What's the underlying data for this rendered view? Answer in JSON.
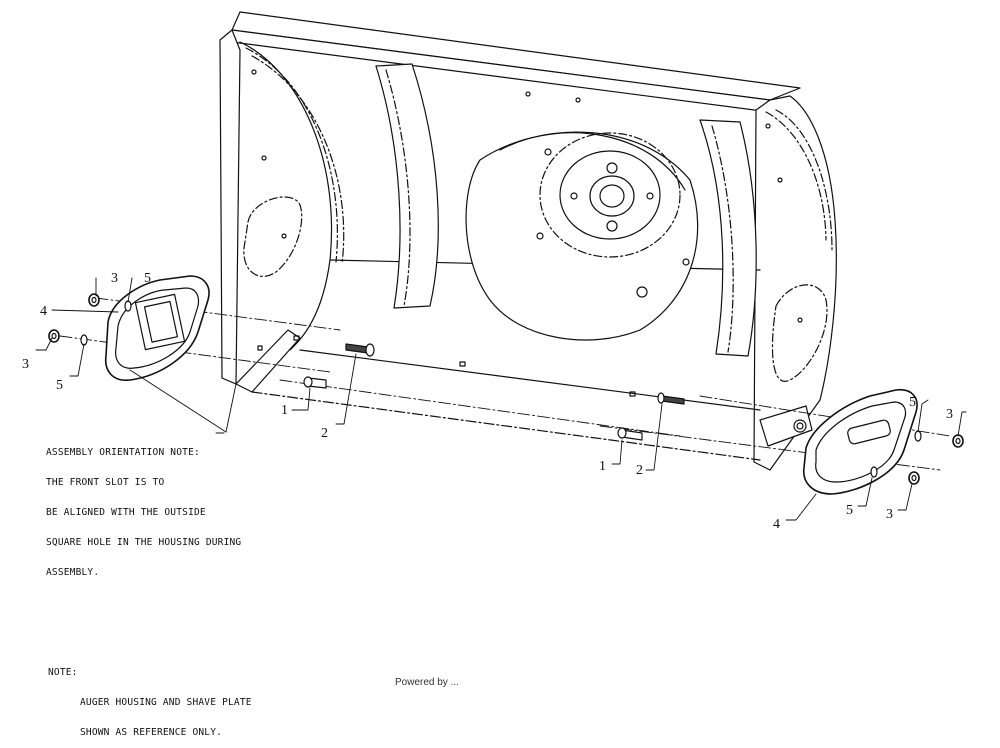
{
  "orientation_note": {
    "lines": [
      "ASSEMBLY ORIENTATION NOTE:",
      "THE FRONT SLOT IS TO",
      "BE ALIGNED WITH THE OUTSIDE",
      "SQUARE HOLE IN THE HOUSING DURING",
      "ASSEMBLY."
    ]
  },
  "reference_note": {
    "heading": "NOTE:",
    "lines": [
      "AUGER HOUSING AND SHAVE PLATE",
      "SHOWN AS REFERENCE ONLY."
    ]
  },
  "callouts": [
    {
      "id": "left-3-top",
      "label": "3"
    },
    {
      "id": "left-5-top",
      "label": "5"
    },
    {
      "id": "left-4",
      "label": "4"
    },
    {
      "id": "left-3-bottom",
      "label": "3"
    },
    {
      "id": "left-5-bottom",
      "label": "5"
    },
    {
      "id": "left-1",
      "label": "1"
    },
    {
      "id": "left-2",
      "label": "2"
    },
    {
      "id": "right-1",
      "label": "1"
    },
    {
      "id": "right-2",
      "label": "2"
    },
    {
      "id": "right-5-top",
      "label": "5"
    },
    {
      "id": "right-3-top",
      "label": "3"
    },
    {
      "id": "right-5-bottom",
      "label": "5"
    },
    {
      "id": "right-3-bottom",
      "label": "3"
    },
    {
      "id": "right-4",
      "label": "4"
    }
  ],
  "footer_text": "Powered by ..."
}
